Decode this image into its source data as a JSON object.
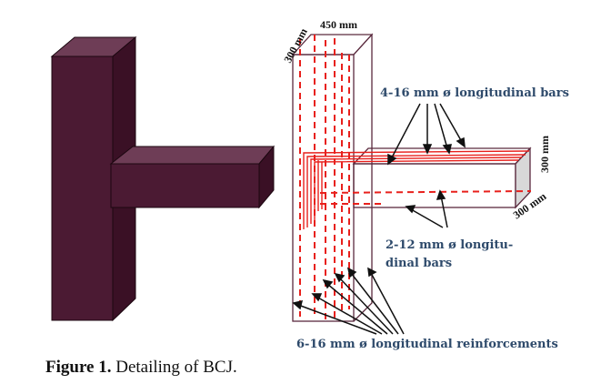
{
  "dimensions": {
    "column_width": "450 mm",
    "column_depth": "300 mm",
    "beam_height": "300 mm",
    "beam_width": "300 mm"
  },
  "labels": {
    "top_bars": "4-16 mm ø longitudinal bars",
    "bottom_bars_line1": "2-12 mm  ø   longitu-",
    "bottom_bars_line2": "dinal bars",
    "column_bars": "6-16 mm ø longitudinal reinforcements"
  },
  "caption": {
    "prefix": "Figure 1.",
    "text": " Detailing of BCJ."
  },
  "colors": {
    "solid_front": "#4b1a33",
    "solid_top": "#6e3d56",
    "solid_side": "#3a1025",
    "solid_edge": "#1c0710",
    "rebar": "#e8201c",
    "outline": "#5a2a3e",
    "label": "#2e4a6b"
  }
}
